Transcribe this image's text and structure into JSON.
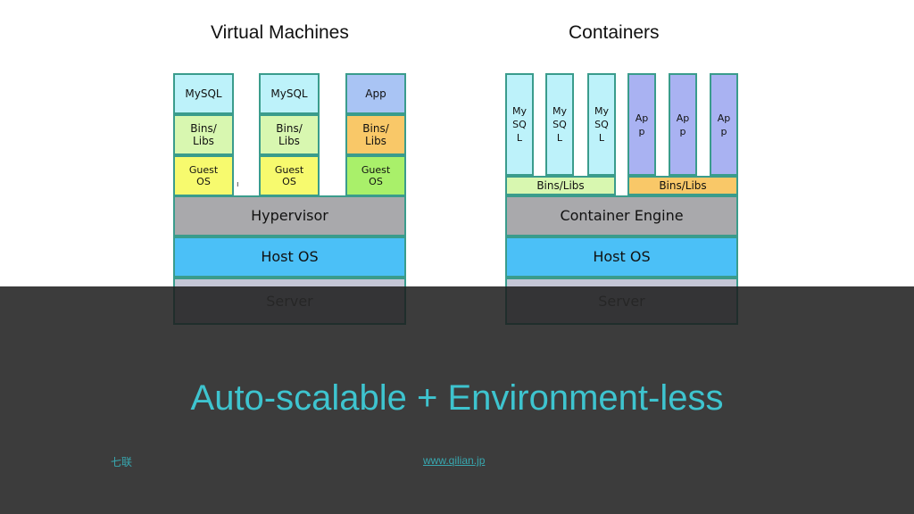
{
  "vm": {
    "title": "Virtual Machines",
    "apps": [
      "MySQL",
      "MySQL",
      "App"
    ],
    "bins": [
      "Bins/\nLibs",
      "Bins/\nLibs",
      "Bins/\nLibs"
    ],
    "guests": [
      "Guest\nOS",
      "Guest\nOS",
      "Guest\nOS"
    ],
    "hypervisor": "Hypervisor",
    "host": "Host OS",
    "server": "Server"
  },
  "containers": {
    "title": "Containers",
    "apps": [
      "MySQL",
      "MySQL",
      "MySQL",
      "App",
      "App",
      "App"
    ],
    "bins": [
      "Bins/Libs",
      "Bins/Libs"
    ],
    "engine": "Container Engine",
    "host": "Host OS",
    "server": "Server"
  },
  "tagline": "Auto-scalable + Environment-less",
  "footer": {
    "brand": "七联",
    "url": "www.qilian.jp"
  },
  "colors": {
    "border": "#3a9c8c",
    "app": "#bdf2fa",
    "bins": "#d8f7b0",
    "guest": "#f7fa6e",
    "hypervisor": "#a9a9ac",
    "host": "#4bc0f7",
    "tagline": "#3ec4cf"
  }
}
